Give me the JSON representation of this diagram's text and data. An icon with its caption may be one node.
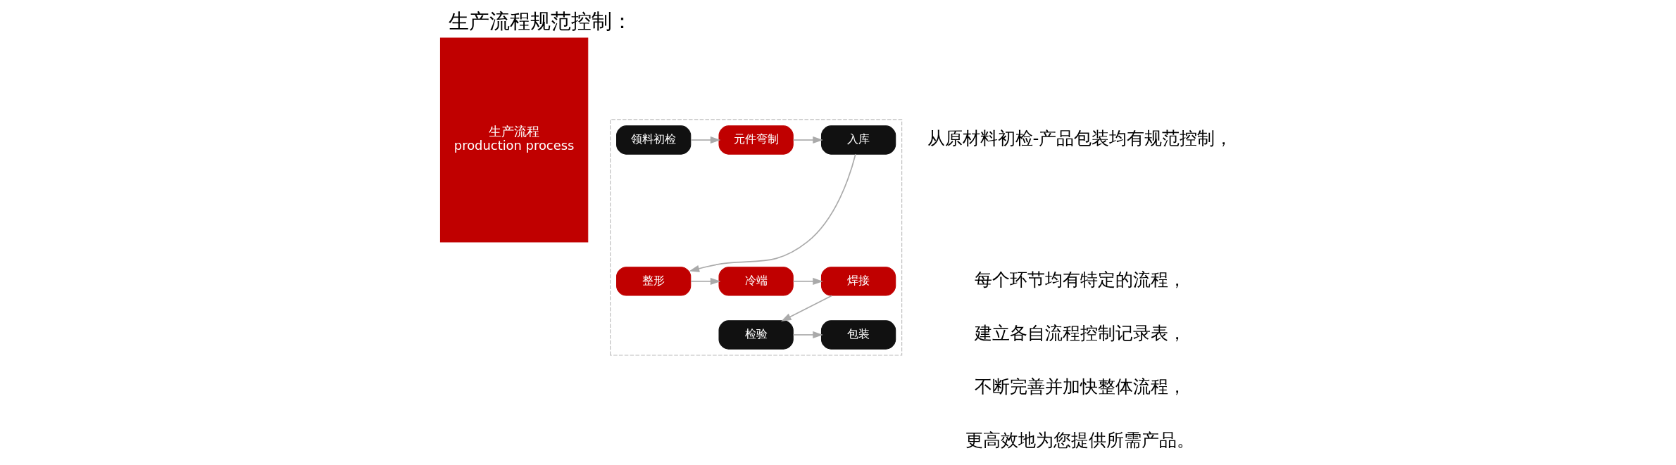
{
  "diagram": {
    "title": "生产流程规范控制：",
    "nodes": [
      {
        "text": [
          "生产流程",
          "production process"
        ]
      },
      {
        "text": [],
        "shape": "box"
      },
      {
        "text": [
          "领料初检"
        ],
        "in": 1
      },
      {
        "text": [
          "元件弯制"
        ],
        "in": 1
      },
      {
        "text": [
          "入库"
        ],
        "in": 1
      },
      {
        "text": [
          "整形"
        ],
        "in": 1
      },
      {
        "text": [
          "冷端"
        ],
        "in": 1
      },
      {
        "text": [
          "焊接"
        ],
        "in": 1
      },
      {
        "text": [
          "检验"
        ],
        "in": 1
      },
      {
        "text": [
          "包装"
        ],
        "in": 1
      }
    ],
    "edges": [
      {
        "from": 2,
        "to": 3,
        "arrow": "to"
      },
      {
        "from": 3,
        "to": 4,
        "arrow": "to"
      },
      {
        "from": 4,
        "to": 5,
        "arrow": "to"
      },
      {
        "from": 5,
        "to": 6,
        "arrow": "to"
      },
      {
        "from": 6,
        "to": 7,
        "arrow": "to"
      },
      {
        "from": 7,
        "to": 8,
        "arrow": "to"
      },
      {
        "from": 8,
        "to": 9,
        "arrow": "to"
      }
    ],
    "labels": [
      "从原材料初检-产品包装均有规范控制，",
      "每个环节均有特定的流程，",
      "建立各自流程控制记录表，",
      "不断完善并加快整体流程，",
      "更高效地为您提供所需产品。"
    ]
  }
}
